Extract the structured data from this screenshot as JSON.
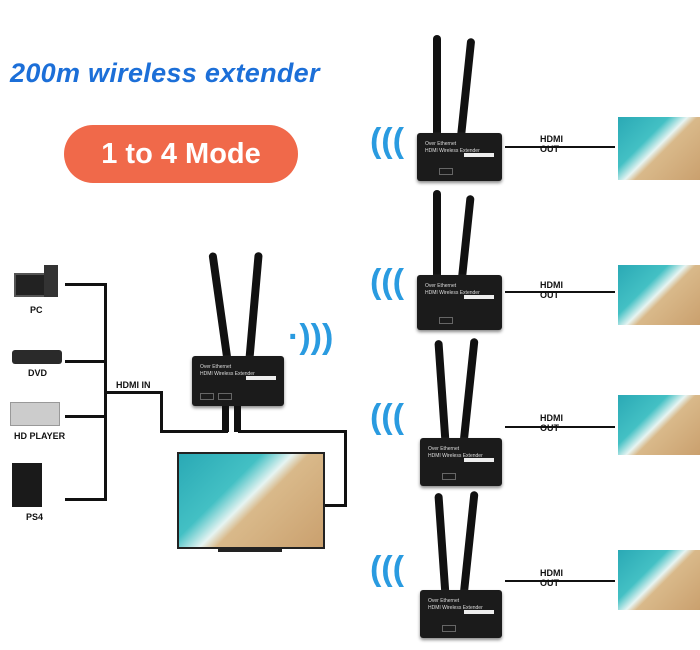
{
  "title": "200m wireless extender",
  "mode_badge": "1 to 4 Mode",
  "sources": [
    "PC",
    "DVD",
    "HD PLAYER",
    "PS4"
  ],
  "hdmi_in_label": "HDMI IN",
  "hdmi_out_label": "HDMI OUT",
  "device_text": "Over Ethernet\nHDMI Wireless Extender",
  "colors": {
    "title": "#1c6fd8",
    "badge": "#f0694a",
    "wifi": "#2a9be0"
  }
}
